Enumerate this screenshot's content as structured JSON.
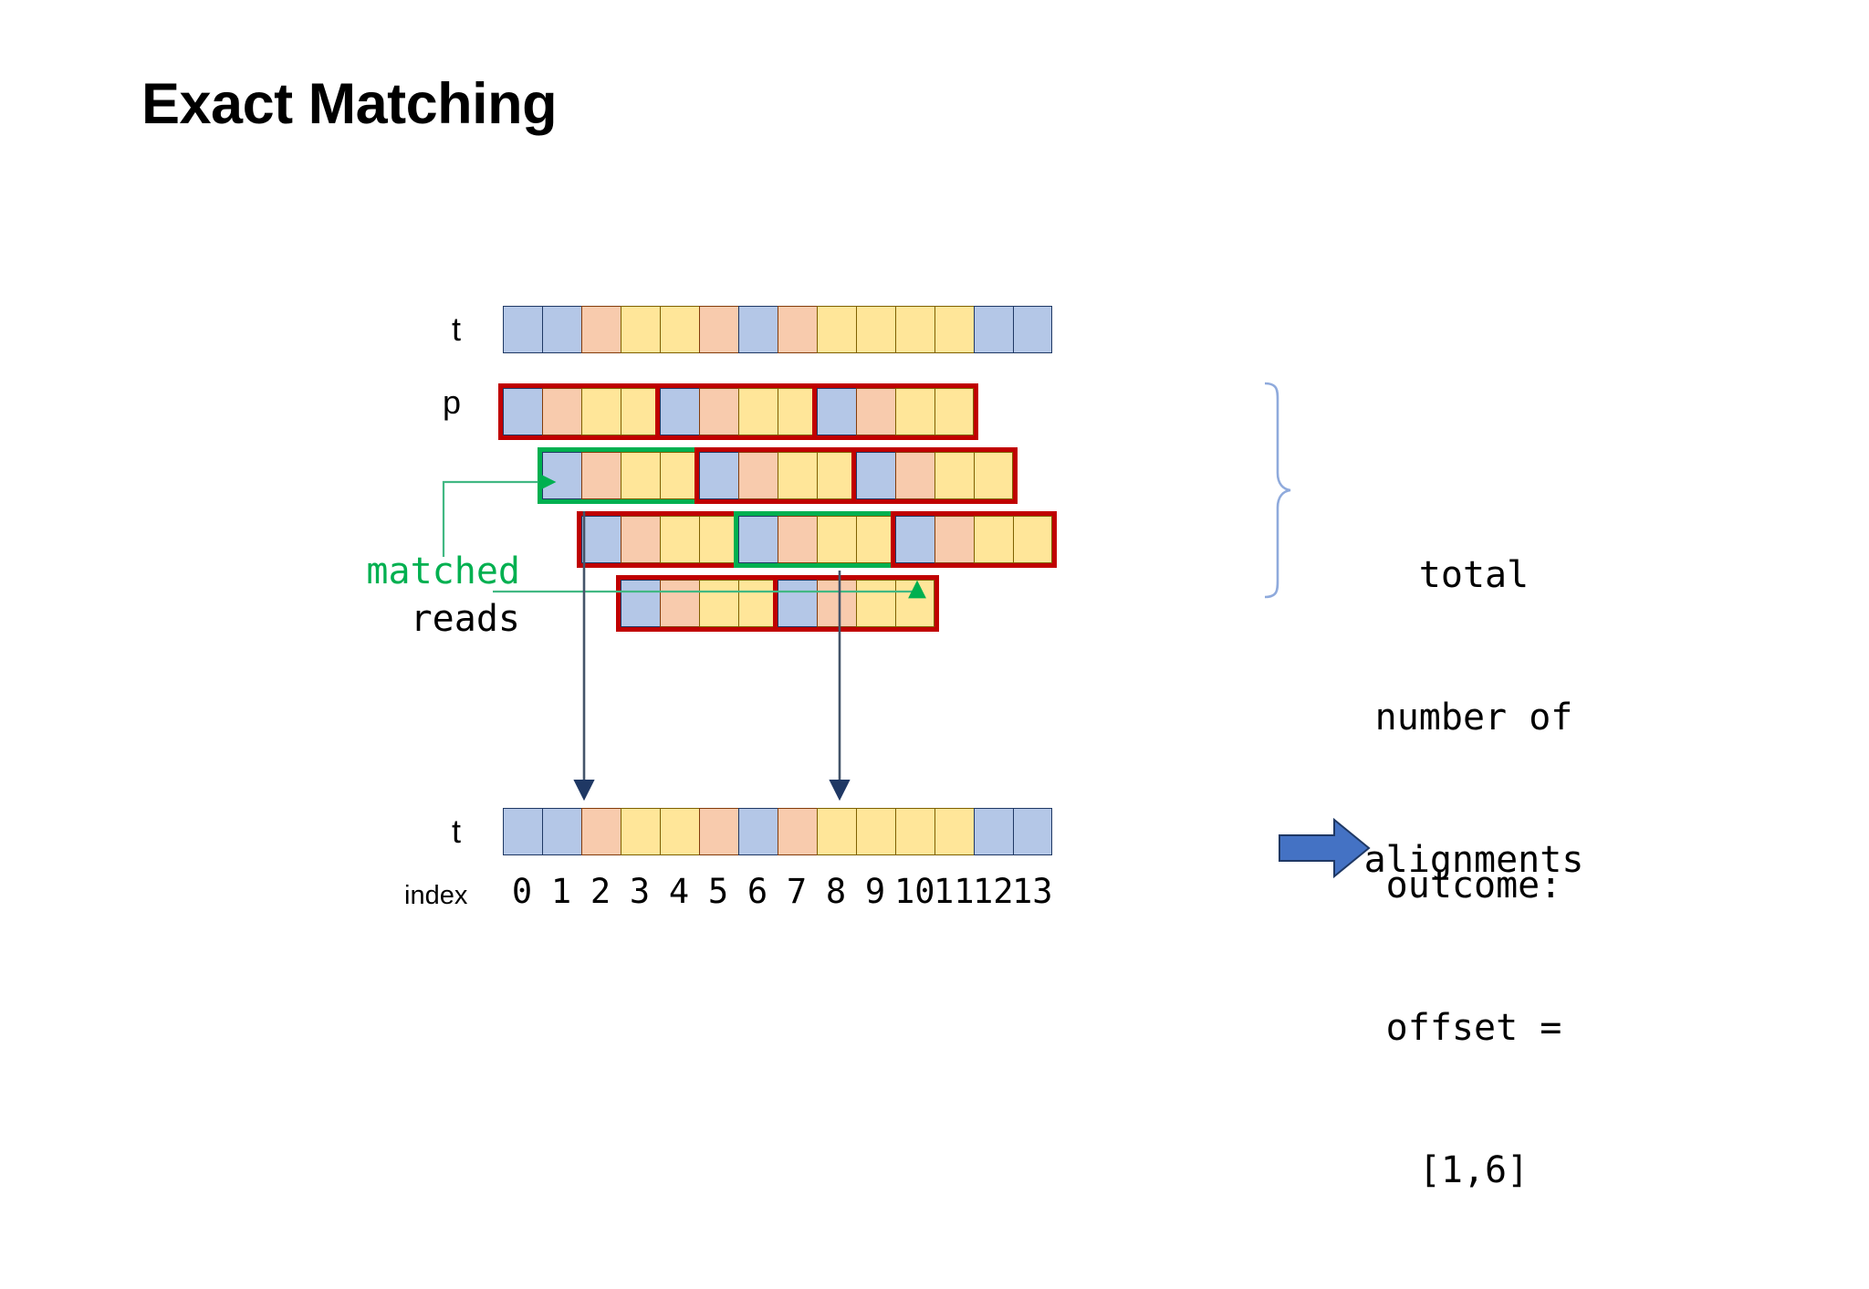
{
  "title": "Exact Matching",
  "labels": {
    "t_top": "t",
    "p": "p",
    "t_bottom": "t",
    "index": "index",
    "matched_word": "matched",
    "reads_word": "reads"
  },
  "annotations": {
    "alignments_line1": "total",
    "alignments_line2": "number of",
    "alignments_line3": "alignments",
    "outcome_line1": "outcome:",
    "outcome_line2": "offset =",
    "outcome_line3": "[1,6]"
  },
  "colors": {
    "blue": "#b4c7e7",
    "orange": "#f8cbad",
    "yellow": "#ffe699",
    "match_highlight": "#00b050",
    "nomatch_highlight": "#c00000",
    "arrow_blue": "#2e5f9e",
    "brace_blue": "#8faadc",
    "matched_text": "#00b050"
  },
  "index_values": [
    "0",
    "1",
    "2",
    "3",
    "4",
    "5",
    "6",
    "7",
    "8",
    "9",
    "10",
    "11",
    "12",
    "13"
  ],
  "chart_data": {
    "type": "diagram",
    "title": "Exact Matching",
    "reference_sequence_name": "t",
    "reference_cells": [
      "blue",
      "blue",
      "orange",
      "yellow",
      "yellow",
      "orange",
      "blue",
      "orange",
      "yellow",
      "yellow",
      "yellow",
      "yellow",
      "blue",
      "blue"
    ],
    "pattern_name": "p",
    "pattern_cells": [
      "blue",
      "orange",
      "yellow",
      "yellow"
    ],
    "pattern_length": 4,
    "reference_length": 14,
    "alignment_rows": [
      {
        "row": 1,
        "blocks": [
          {
            "start_index": 0,
            "status": "nomatch"
          },
          {
            "start_index": 4,
            "status": "nomatch"
          },
          {
            "start_index": 8,
            "status": "nomatch"
          }
        ]
      },
      {
        "row": 2,
        "blocks": [
          {
            "start_index": 1,
            "status": "match"
          },
          {
            "start_index": 5,
            "status": "nomatch"
          },
          {
            "start_index": 9,
            "status": "nomatch"
          }
        ]
      },
      {
        "row": 3,
        "blocks": [
          {
            "start_index": 2,
            "status": "nomatch"
          },
          {
            "start_index": 6,
            "status": "match"
          },
          {
            "start_index": 10,
            "status": "nomatch"
          }
        ]
      },
      {
        "row": 4,
        "blocks": [
          {
            "start_index": 3,
            "status": "nomatch"
          },
          {
            "start_index": 7,
            "status": "nomatch"
          }
        ]
      }
    ],
    "matched_offsets": [
      1,
      6
    ],
    "outcome": "offset = [1,6]",
    "brace_label": "total number of alignments"
  }
}
